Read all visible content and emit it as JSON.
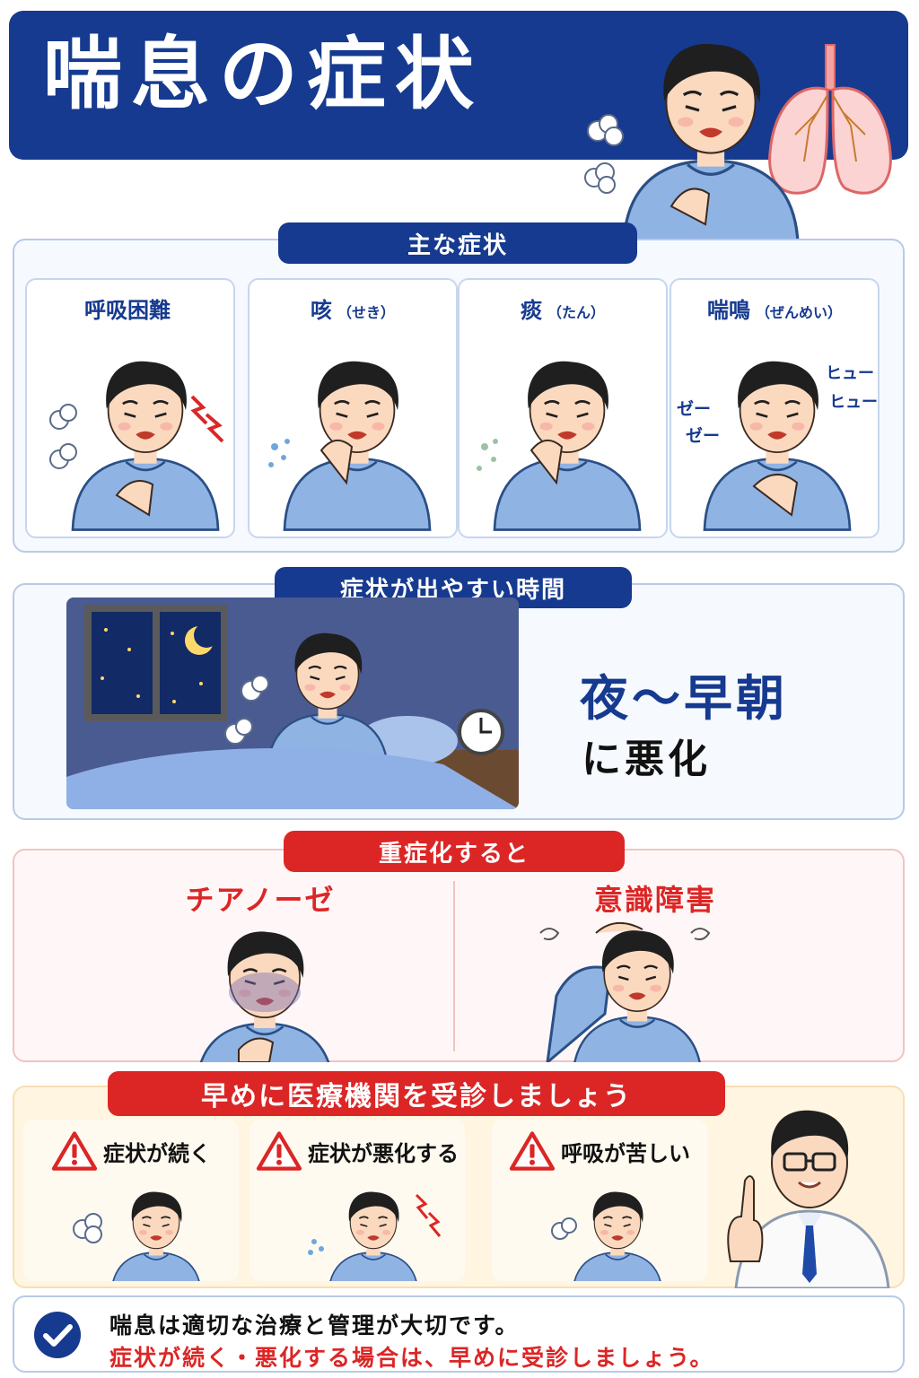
{
  "header": {
    "title": "喘息の症状"
  },
  "main_symptoms": {
    "heading": "主な症状",
    "items": [
      {
        "name": "呼吸困難",
        "reading": ""
      },
      {
        "name": "咳",
        "reading": "（せき）"
      },
      {
        "name": "痰",
        "reading": "（たん）"
      },
      {
        "name": "喘鳴",
        "reading": "（ぜんめい）"
      }
    ],
    "wheeze_sounds": {
      "left_1": "ゼー",
      "left_2": "ゼー",
      "right_1": "ヒュー",
      "right_2": "ヒュー"
    }
  },
  "symptom_time": {
    "heading": "症状が出やすい時間",
    "range": "夜〜早朝",
    "effect": "に悪化"
  },
  "severe": {
    "heading": "重症化すると",
    "items": [
      "チアノーゼ",
      "意識障害"
    ]
  },
  "see_doctor": {
    "heading": "早めに医療機関を受診しましょう",
    "reasons": [
      "症状が続く",
      "症状が悪化する",
      "呼吸が苦しい"
    ]
  },
  "note": {
    "line1": "喘息は適切な治療と管理が大切です。",
    "line2": "症状が続く・悪化する場合は、早めに受診しましょう。"
  },
  "colors": {
    "navy": "#163a8f",
    "red": "#dc2626",
    "shirt": "#8fb3e3",
    "hair": "#1f1f1f",
    "skin": "#fbd9bf"
  },
  "icons": {
    "warning": "warning-triangle-icon",
    "check": "check-circle-icon",
    "moon": "moon-icon",
    "clock": "alarm-clock-icon",
    "lungs": "lungs-icon"
  }
}
